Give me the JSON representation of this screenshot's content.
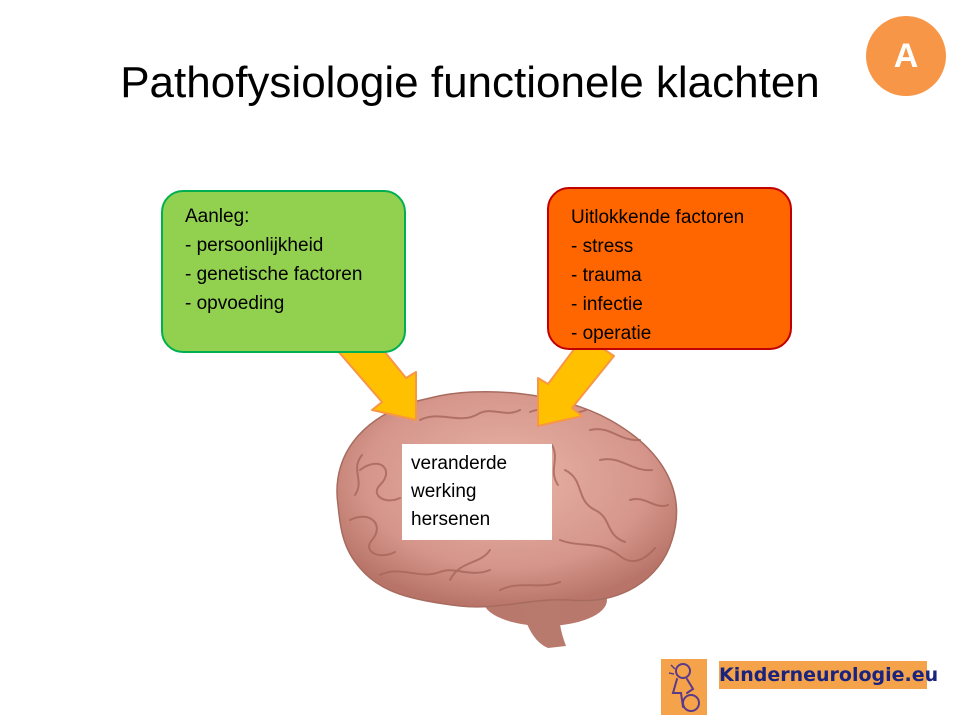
{
  "slide": {
    "title": "Pathofysiologie functionele klachten",
    "badge": "A"
  },
  "left_box": {
    "lines": [
      "Aanleg:",
      "- persoonlijkheid",
      "- genetische factoren",
      "- opvoeding"
    ],
    "fill_color": "#92d050",
    "border_color": "#00b050"
  },
  "right_box": {
    "lines": [
      "Uitlokkende factoren",
      "- stress",
      "- trauma",
      "- infectie",
      "- operatie"
    ],
    "fill_color": "#ff6600",
    "border_color": "#c00000"
  },
  "center_box": {
    "lines": [
      "veranderde",
      "werking",
      "hersenen"
    ]
  },
  "arrows": {
    "fill_color": "#ffc000",
    "border_color": "#f79646"
  },
  "brain": {
    "icon": "brain-icon",
    "color": "#d99a8a"
  },
  "logo": {
    "text": "Kinderneurologie.eu",
    "icon": "kinderneurologie-logo-figure"
  }
}
